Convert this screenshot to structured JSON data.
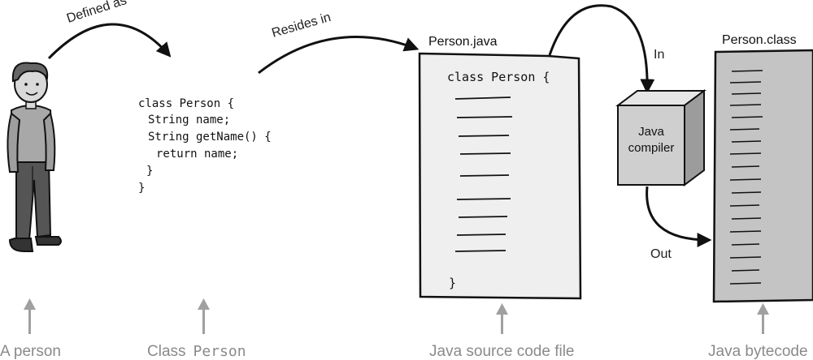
{
  "labels": {
    "defined_as": "Defined as",
    "resides_in": "Resides in",
    "in": "In",
    "out": "Out",
    "source_file_name": "Person.java",
    "class_file_name": "Person.class",
    "compiler_line1": "Java",
    "compiler_line2": "compiler"
  },
  "code": {
    "line1": "class Person {",
    "line2": "String name;",
    "line3": "String getName() {",
    "line4": "return name;",
    "line5": "}",
    "line6": "}"
  },
  "source_file": {
    "first_line": "class Person {",
    "last_line": "}"
  },
  "captions": {
    "person": "A person",
    "class_prefix": "Class",
    "class_name": "Person",
    "source": "Java source code file",
    "bytecode": "Java bytecode"
  },
  "colors": {
    "ink": "#111111",
    "paper": "#efefef",
    "bytecode_fill": "#c4c4c4",
    "compiler_front": "#cfcfcf",
    "compiler_top": "#e6e6e6",
    "compiler_side": "#9c9c9c",
    "caption_gray": "#8a8a8a"
  },
  "icons": {
    "person": "person-illustration",
    "arrow": "up-arrow-icon"
  }
}
